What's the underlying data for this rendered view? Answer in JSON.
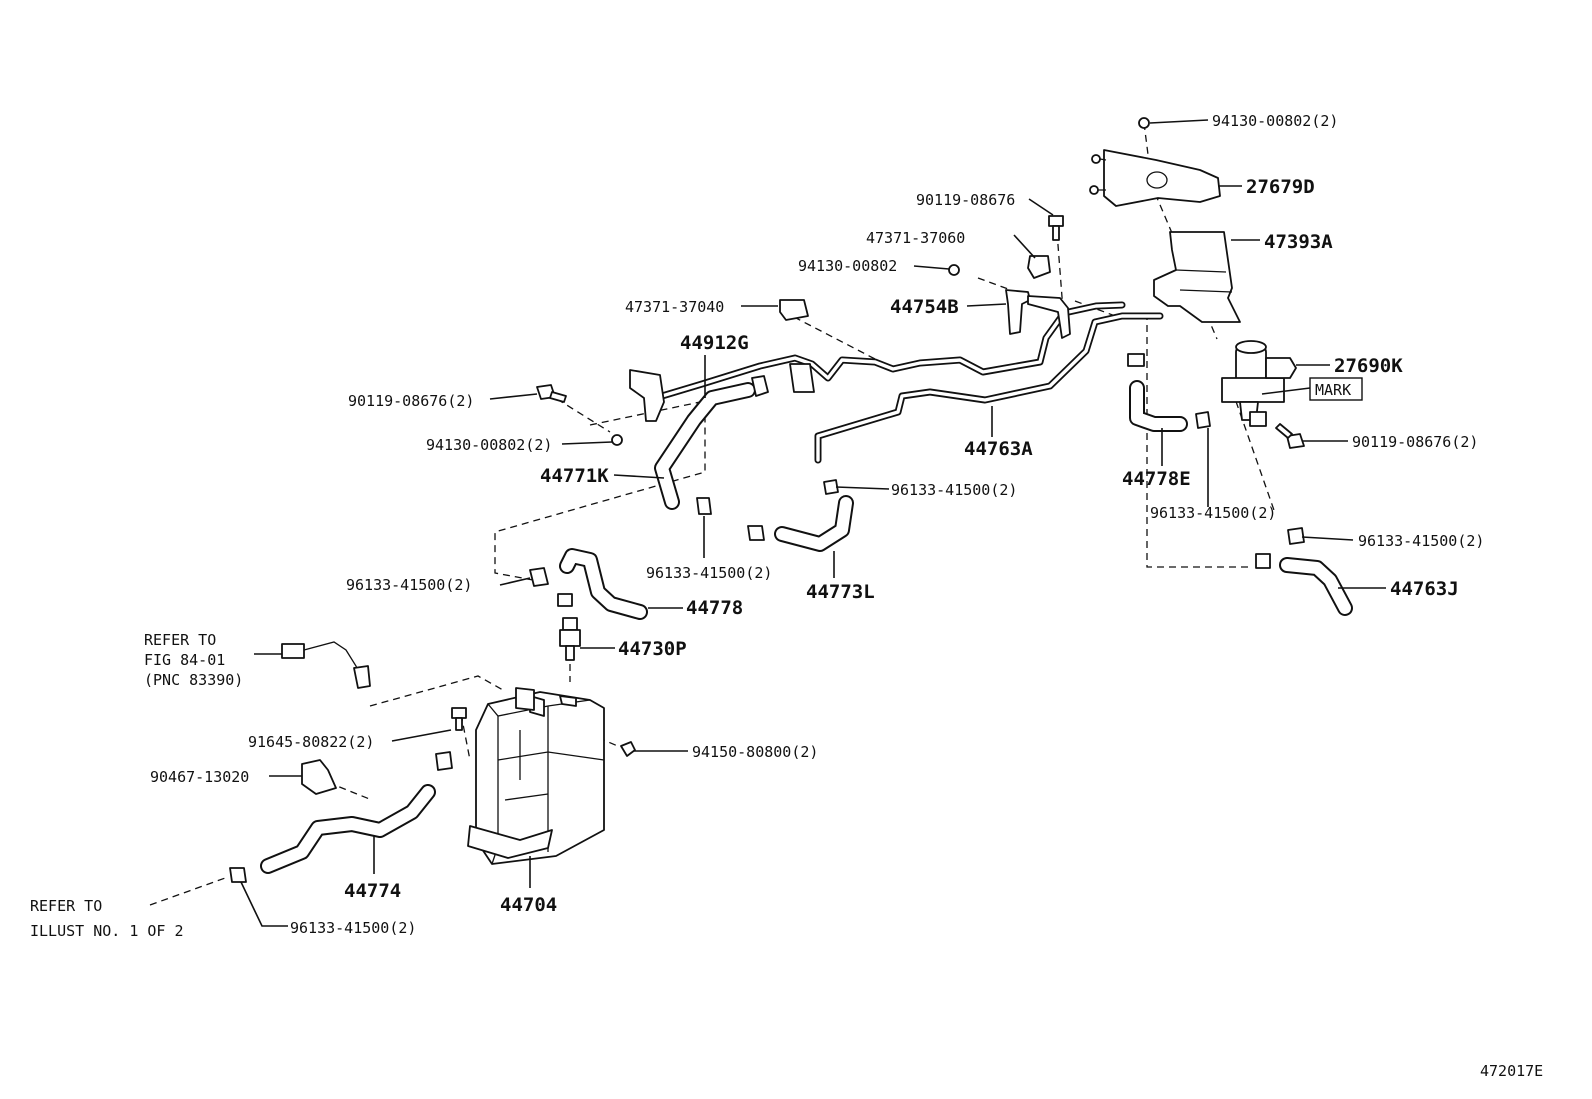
{
  "diagram_id": "472017E",
  "labels": {
    "p94130_00802_top": "94130-00802(2)",
    "p27679D": "27679D",
    "p90119_08676_a": "90119-08676",
    "p47393A": "47393A",
    "p47371_37060": "47371-37060",
    "p94130_00802_mid": "94130-00802",
    "p44754B": "44754B",
    "p47371_37040": "47371-37040",
    "p27690K": "27690K",
    "mark": "MARK",
    "p44912G": "44912G",
    "p90119_08676_left": "90119-08676(2)",
    "p90119_08676_right": "90119-08676(2)",
    "p94130_00802_left": "94130-00802(2)",
    "p44763A": "44763A",
    "p44771K": "44771K",
    "p44778E": "44778E",
    "p96133_mid": "96133-41500(2)",
    "p96133_right_a": "96133-41500(2)",
    "p96133_right_b": "96133-41500(2)",
    "p96133_center": "96133-41500(2)",
    "p44773L": "44773L",
    "p96133_left": "96133-41500(2)",
    "p44763J": "44763J",
    "p44778": "44778",
    "p44730P": "44730P",
    "p91645_80822": "91645-80822(2)",
    "p94150_80800": "94150-80800(2)",
    "p90467_13020": "90467-13020",
    "p44774": "44774",
    "p44704": "44704",
    "p96133_bottom": "96133-41500(2)"
  },
  "notes": {
    "refer_fig_l1": "REFER TO",
    "refer_fig_l2": "FIG 84-01",
    "refer_fig_l3": "(PNC 83390)",
    "refer_illust_l1": "REFER TO",
    "refer_illust_l2": "ILLUST NO. 1 OF 2"
  }
}
